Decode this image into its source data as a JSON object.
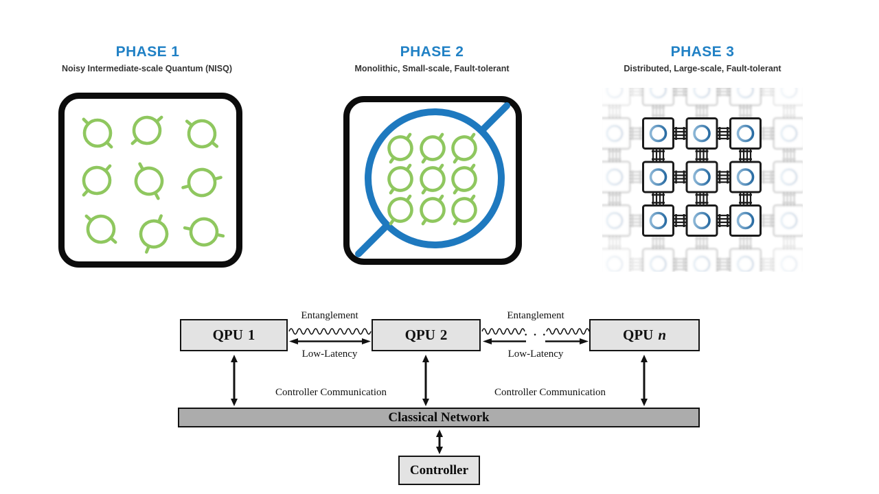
{
  "phases": [
    {
      "title": "PHASE 1",
      "subtitle": "Noisy Intermediate-scale Quantum (NISQ)"
    },
    {
      "title": "PHASE 2",
      "subtitle": "Monolithic, Small-scale, Fault-tolerant"
    },
    {
      "title": "PHASE 3",
      "subtitle": "Distributed, Large-scale, Fault-tolerant"
    }
  ],
  "icons": {
    "qubit": "qubit-icon (circle with diagonal line stubs)",
    "chip": "qpu-chip-icon (square chip with qubit and bus pins)"
  },
  "colors": {
    "accent_blue": "#2181C5",
    "qubit_green": "#8FC75F",
    "phase2_blue": "#1E79BF",
    "chip_dark": "#1b1b1b",
    "chip_qubit_light": "#9EC4E0",
    "chip_qubit_dark": "#175E99",
    "box_border": "#0c0c0c",
    "node_fill": "#E3E3E3",
    "node_border": "#141414",
    "bar_fill": "#ACACAC",
    "line_black": "#111111"
  },
  "network": {
    "qpus": [
      {
        "prefix": "QPU",
        "index": "1",
        "italic": false
      },
      {
        "prefix": "QPU",
        "index": "2",
        "italic": false
      },
      {
        "prefix": "QPU",
        "index": "n",
        "italic": true
      }
    ],
    "links": [
      {
        "top": "Entanglement",
        "bottom": "Low-Latency"
      },
      {
        "top": "Entanglement",
        "bottom": "Low-Latency"
      }
    ],
    "dots": "· · ·",
    "controller_labels": [
      "Controller Communication",
      "Controller Communication"
    ],
    "bus_label": "Classical Network",
    "controller_label": "Controller"
  }
}
